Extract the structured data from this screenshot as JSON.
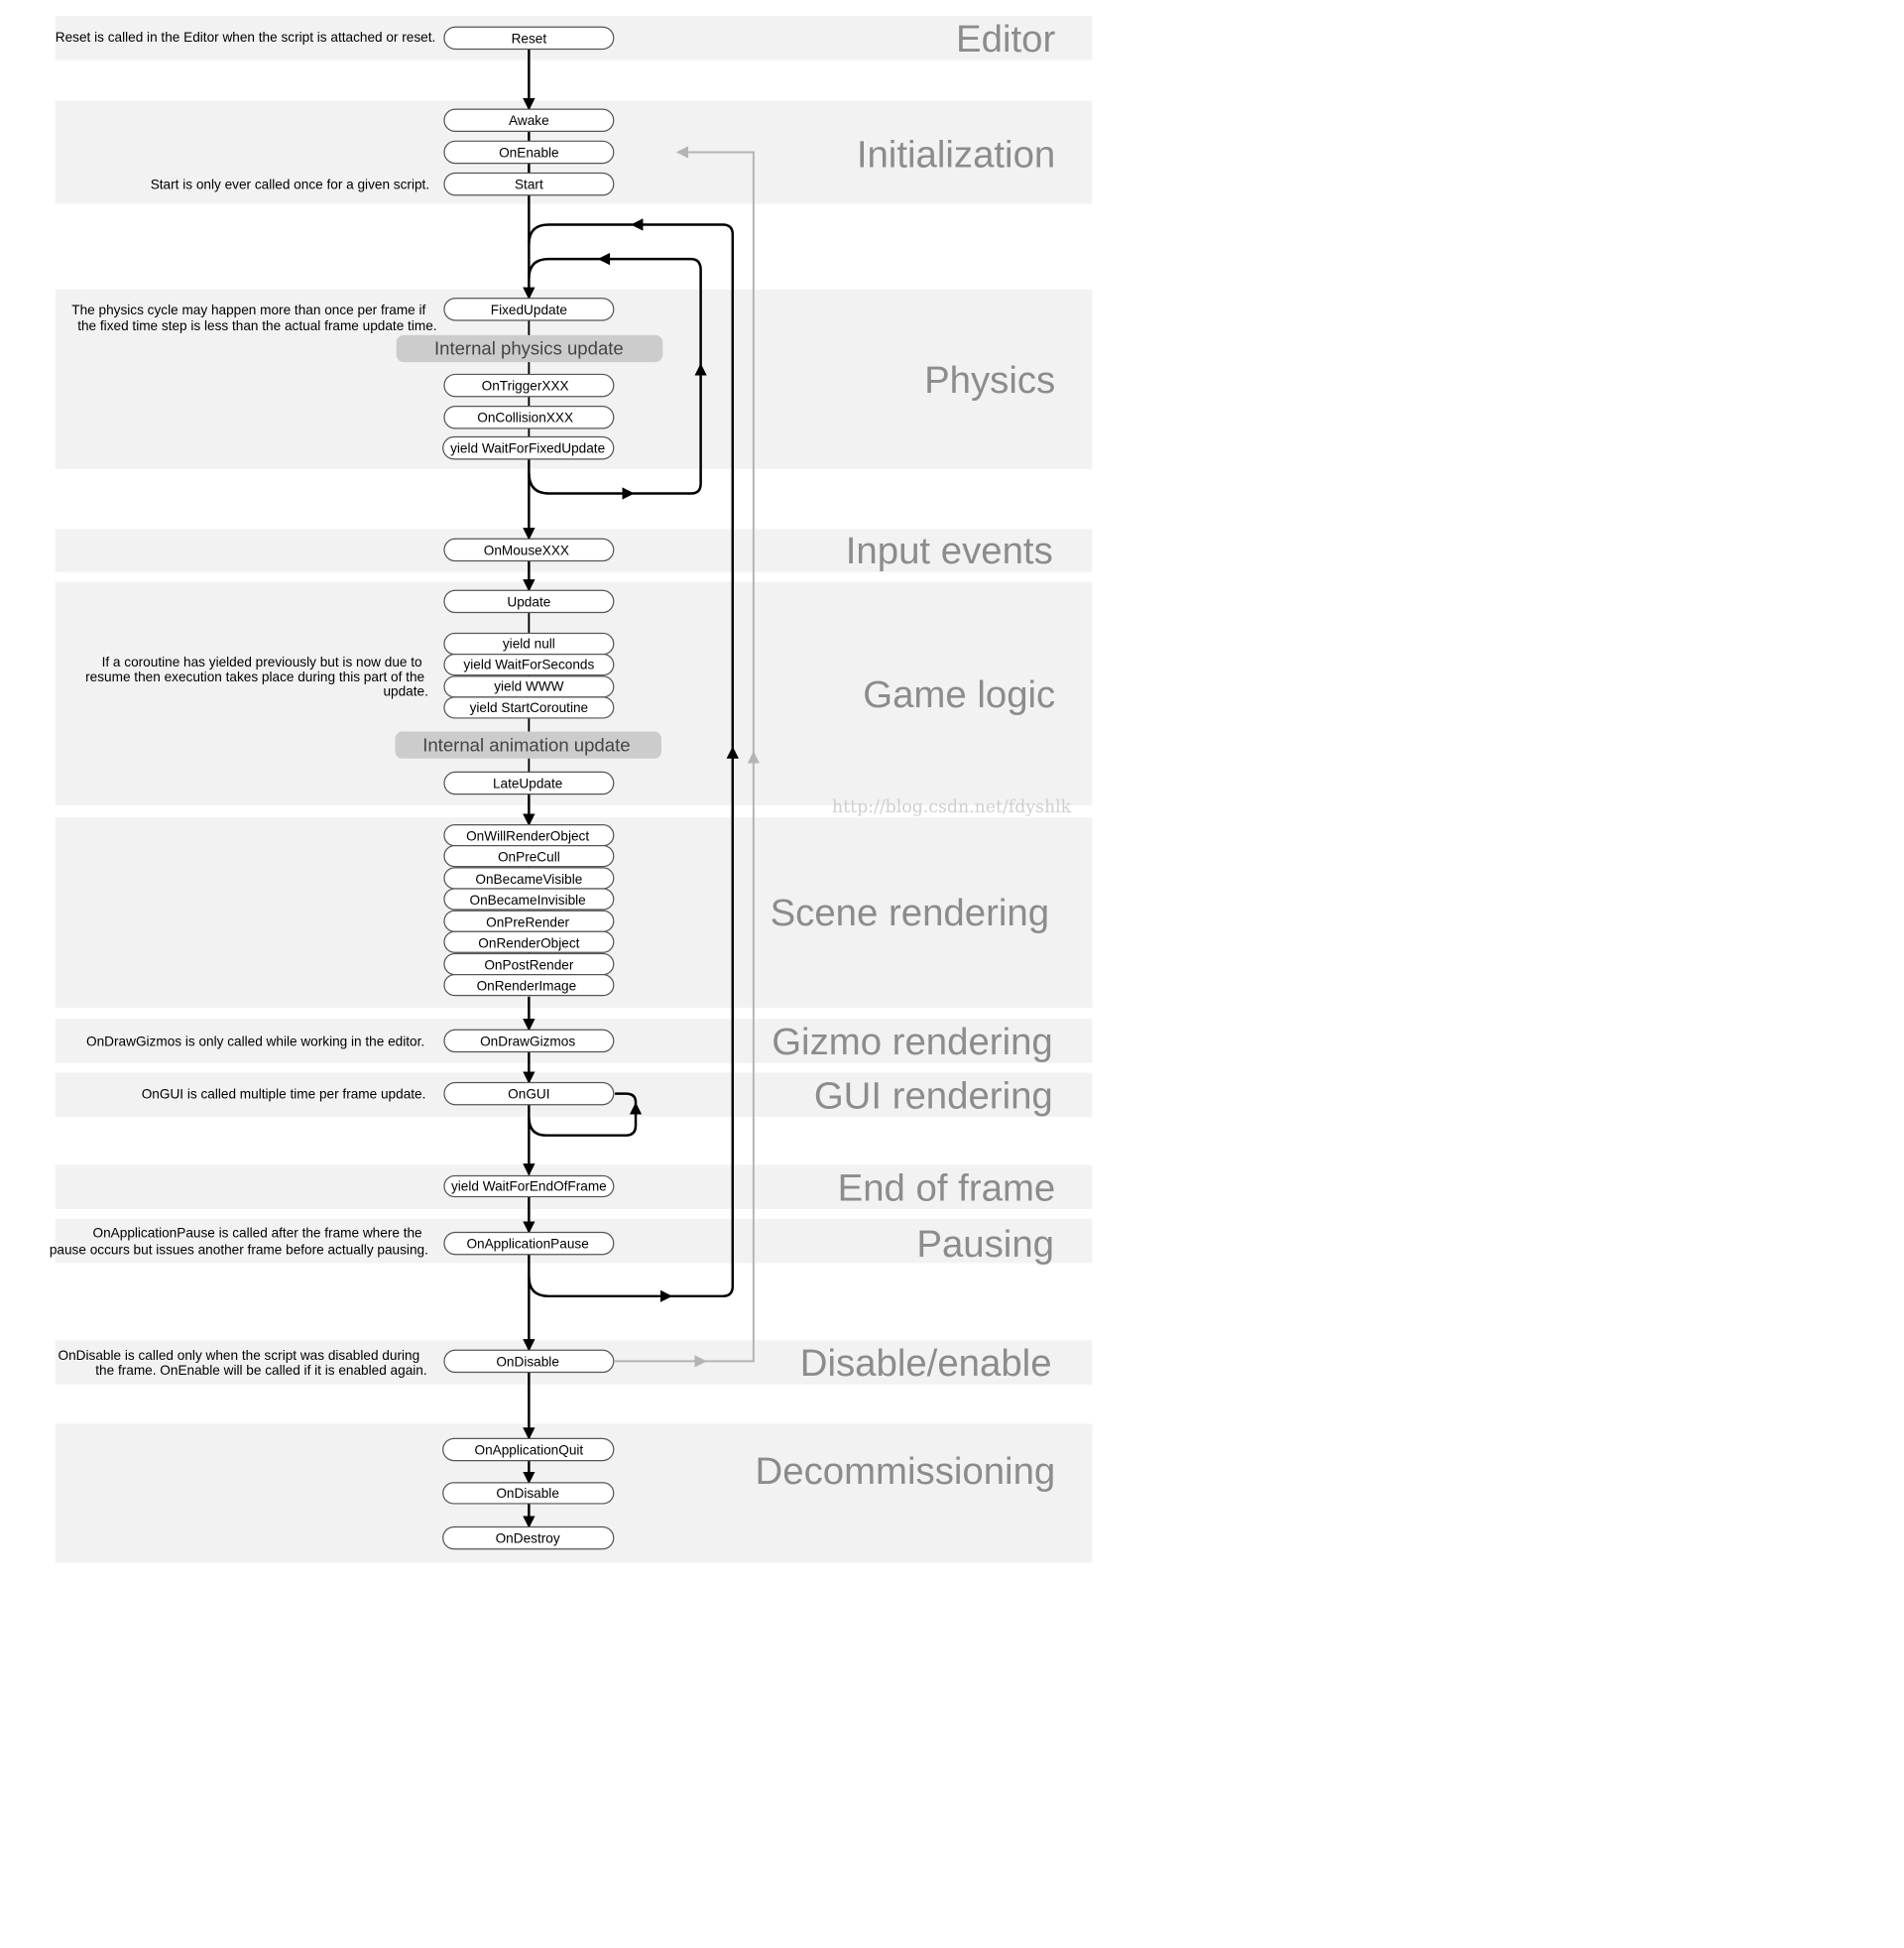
{
  "bands": [
    {
      "id": "editor",
      "title": "Editor"
    },
    {
      "id": "initialization",
      "title": "Initialization"
    },
    {
      "id": "physics",
      "title": "Physics"
    },
    {
      "id": "input",
      "title": "Input events"
    },
    {
      "id": "gamelogic",
      "title": "Game logic"
    },
    {
      "id": "scene",
      "title": "Scene rendering"
    },
    {
      "id": "gizmo",
      "title": "Gizmo rendering"
    },
    {
      "id": "gui",
      "title": "GUI rendering"
    },
    {
      "id": "endframe",
      "title": "End of frame"
    },
    {
      "id": "pausing",
      "title": "Pausing"
    },
    {
      "id": "disable",
      "title": "Disable/enable"
    },
    {
      "id": "decommission",
      "title": "Decommissioning"
    }
  ],
  "nodes": {
    "reset": "Reset",
    "awake": "Awake",
    "onenable": "OnEnable",
    "start": "Start",
    "fixedupdate": "FixedUpdate",
    "internal_physics": "Internal physics update",
    "ontrigger": "OnTriggerXXX",
    "oncollision": "OnCollisionXXX",
    "yield_fixed": "yield WaitForFixedUpdate",
    "onmouse": "OnMouseXXX",
    "update": "Update",
    "yield_null": "yield null",
    "yield_seconds": "yield WaitForSeconds",
    "yield_www": "yield WWW",
    "yield_coroutine": "yield StartCoroutine",
    "internal_animation": "Internal animation update",
    "lateupdate": "LateUpdate",
    "onwillrender": "OnWillRenderObject",
    "onprecull": "OnPreCull",
    "onbecamevisible": "OnBecameVisible",
    "onbecameinvisible": "OnBecameInvisible",
    "onprerender": "OnPreRender",
    "onrenderobject": "OnRenderObject",
    "onpostrender": "OnPostRender",
    "onrenderimage": "OnRenderImage",
    "ondrawgizmos": "OnDrawGizmos",
    "ongui": "OnGUI",
    "yield_endframe": "yield WaitForEndOfFrame",
    "onapppause": "OnApplicationPause",
    "ondisable": "OnDisable",
    "onappquit": "OnApplicationQuit",
    "ondisable2": "OnDisable",
    "ondestroy": "OnDestroy"
  },
  "notes": {
    "reset": [
      "Reset is called in the Editor when the script is attached or reset."
    ],
    "start": [
      "Start is only ever called once for a given script."
    ],
    "physics": [
      "The physics cycle may happen more than once per frame if",
      "the fixed time step is less than the actual frame update time."
    ],
    "coroutine": [
      "If a coroutine has yielded previously but is now due to",
      "resume then execution takes place during this part of the",
      "update."
    ],
    "gizmos": [
      "OnDrawGizmos is only called while working in the editor."
    ],
    "gui": [
      "OnGUI is called multiple time per frame update."
    ],
    "pause": [
      "OnApplicationPause is called after the frame where the",
      "pause occurs but issues another frame before actually pausing."
    ],
    "disable": [
      "OnDisable is called only when the script was disabled during",
      "the frame. OnEnable will be called if it is enabled again."
    ]
  },
  "watermark": "http://blog.csdn.net/fdyshlk",
  "colors": {
    "band": "#f2f2f2",
    "band_title": "#8c8c8c",
    "process_box": "#cccccc",
    "line": "#000000",
    "enable_loop": "#b4b4b4"
  }
}
